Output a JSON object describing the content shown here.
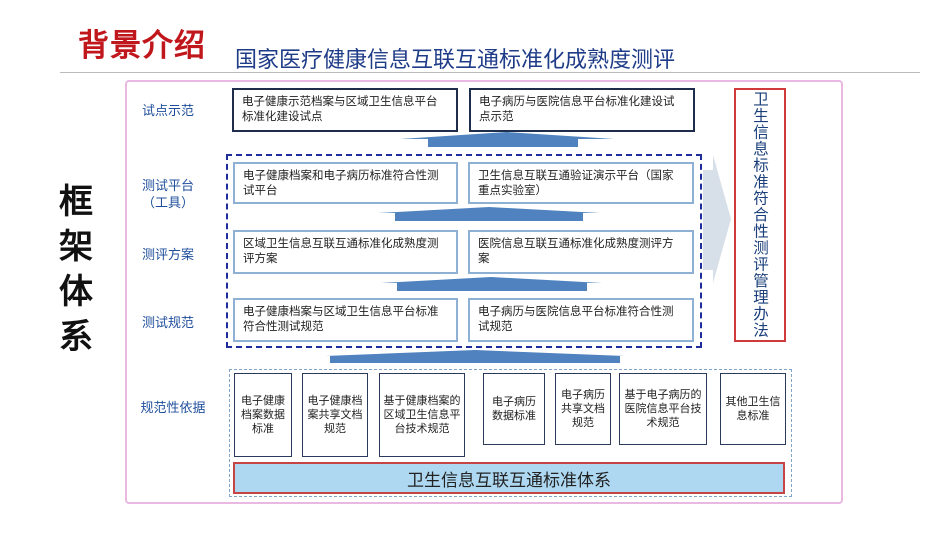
{
  "header": {
    "heading": "背景介绍",
    "subtitle": "国家医疗健康信息互联互通标准化成熟度测评"
  },
  "side_label": "框架体系",
  "rows": {
    "pilot": "试点示范",
    "platform": "测试平台\n（工具）",
    "scheme": "测评方案",
    "spec": "测试规范",
    "basis": "规范性依据"
  },
  "boxes": {
    "pilot_left": "电子健康示范档案与区域卫生信息平台标准化建设试点",
    "pilot_right": "电子病历与医院信息平台标准化建设试点示范",
    "platform_left": "电子健康档案和电子病历标准符合性测试平台",
    "platform_right": "卫生信息互联互通验证演示平台（国家重点实验室）",
    "scheme_left": "区域卫生信息互联互通标准化成熟度测评方案",
    "scheme_right": "医院信息互联互通标准化成熟度测评方案",
    "spec_left": "电子健康档案与区域卫生信息平台标准符合性测试规范",
    "spec_right": "电子病历与医院信息平台标准符合性测试规范"
  },
  "basis_items": [
    "电子健康档案数据标准",
    "电子健康档案共享文档规范",
    "基于健康档案的区域卫生信息平台技术规范",
    "电子病历数据标准",
    "电子病历共享文档规范",
    "基于电子病历的医院信息平台技术规范",
    "其他卫生信息标准"
  ],
  "right_column": "卫生信息标准符合性测评管理办法",
  "bottom_bar": "卫生信息互联互通标准体系",
  "colors": {
    "heading": "#c0171c",
    "subtitle": "#1f3c88",
    "arrow": "#4f82be",
    "bottom_bar_fill": "#aed8f1",
    "right_border": "#cf3a3a"
  }
}
